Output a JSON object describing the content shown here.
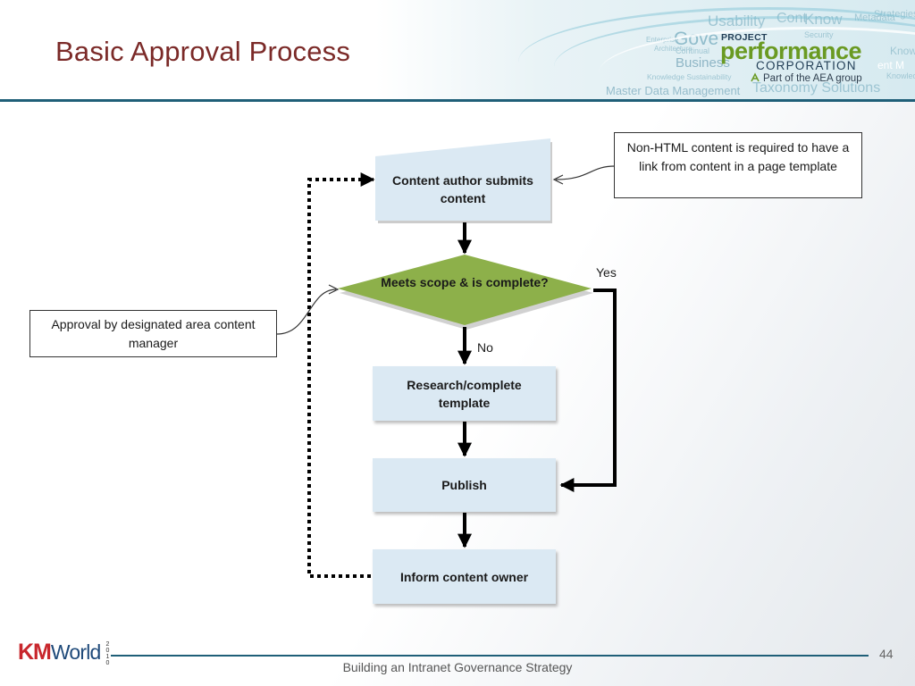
{
  "slide": {
    "title": "Basic Approval Process",
    "footer": "Building an Intranet Governance Strategy",
    "page_number": "44"
  },
  "branding": {
    "logo_line1": "PROJECT",
    "logo_line2": "performance",
    "logo_line3": "CORPORATION",
    "logo_line4": "Part of the AEA group",
    "kmworld_km": "KM",
    "kmworld_world": "World",
    "kmworld_year": "2010",
    "word_cloud": [
      "Usability",
      "Gove",
      "Business",
      "Continual",
      "Knowledge Sustainability",
      "Master Data Management",
      "Taxonomy Solutions",
      "Know",
      "Cont",
      "Security",
      "Metadata",
      "Strategies",
      "Enterprise",
      "Architecture",
      "ent M",
      "Knowledge",
      "Know"
    ]
  },
  "flow": {
    "submit": "Content author submits content",
    "decision": "Meets scope & is complete?",
    "research": "Research/complete template",
    "publish": "Publish",
    "inform": "Inform content owner",
    "yes_label": "Yes",
    "no_label": "No"
  },
  "notes": {
    "non_html": "Non-HTML content is required to have a link from content in a page template",
    "approval": "Approval by designated area content manager"
  },
  "colors": {
    "title": "#7b2a28",
    "box_fill": "#dbe9f3",
    "diamond_fill": "#8db04a",
    "rule": "#1f5f78"
  }
}
